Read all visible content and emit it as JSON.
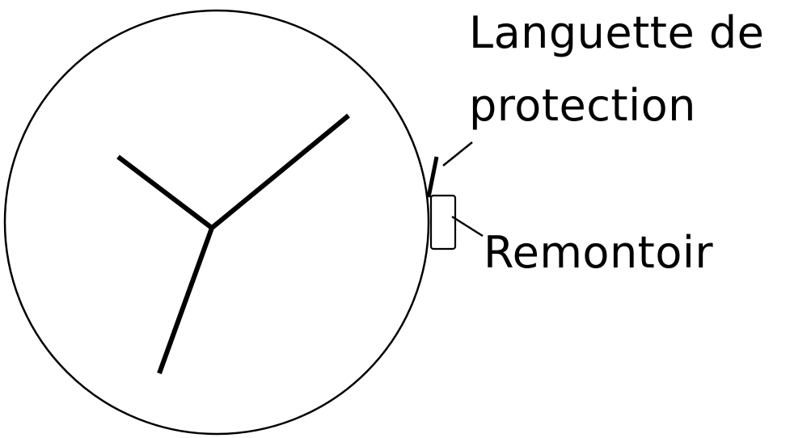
{
  "labels": {
    "protection_tab_line1": "Languette de",
    "protection_tab_line2": "protection",
    "crown": "Remontoir"
  },
  "colors": {
    "ink": "#000000",
    "background": "#ffffff"
  }
}
